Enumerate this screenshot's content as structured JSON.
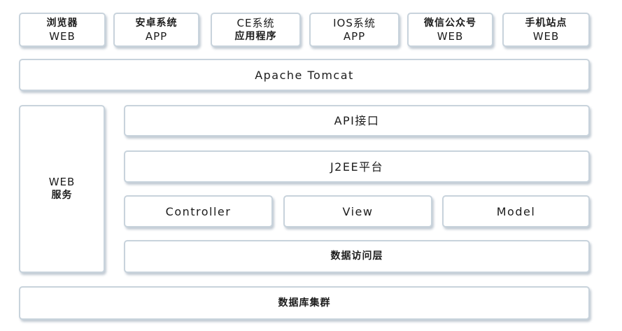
{
  "clients": [
    {
      "line1": "浏览器",
      "line2": "WEB"
    },
    {
      "line1": "安卓系统",
      "line2": "APP"
    },
    {
      "line1": "CE系统",
      "line2": "应用程序"
    },
    {
      "line1": "IOS系统",
      "line2": "APP"
    },
    {
      "line1": "微信公众号",
      "line2": "WEB"
    },
    {
      "line1": "手机站点",
      "line2": "WEB"
    }
  ],
  "server": "Apache Tomcat",
  "web_service": {
    "line1": "WEB",
    "line2": "服务"
  },
  "api": "API接口",
  "platform": "J2EE平台",
  "mvc": {
    "controller": "Controller",
    "view": "View",
    "model": "Model"
  },
  "data_access": "数据访问层",
  "database": "数据库集群"
}
